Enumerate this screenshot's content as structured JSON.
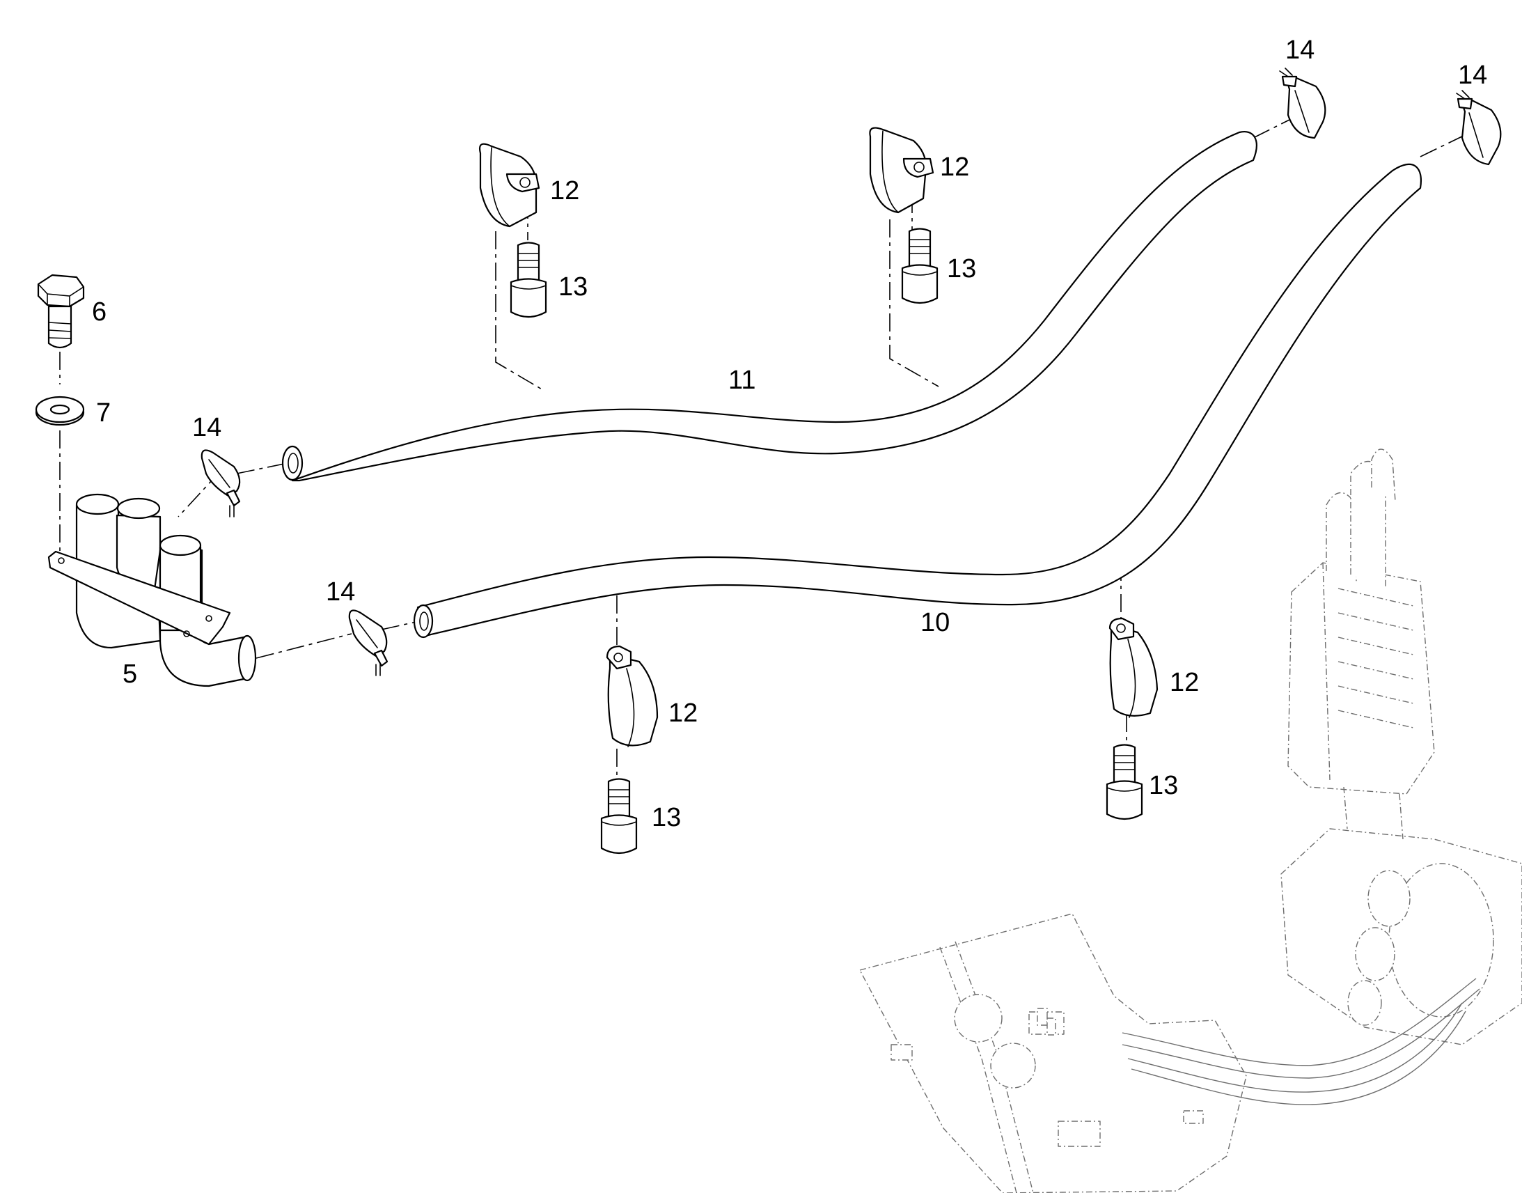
{
  "callouts": {
    "part_5": "5",
    "part_6": "6",
    "part_7": "7",
    "part_10": "10",
    "part_11": "11",
    "part_12": "12",
    "part_13": "13",
    "part_14": "14"
  },
  "colors": {
    "line": "#000000",
    "ghost_line": "#6e6e6e",
    "background": "#ffffff"
  }
}
